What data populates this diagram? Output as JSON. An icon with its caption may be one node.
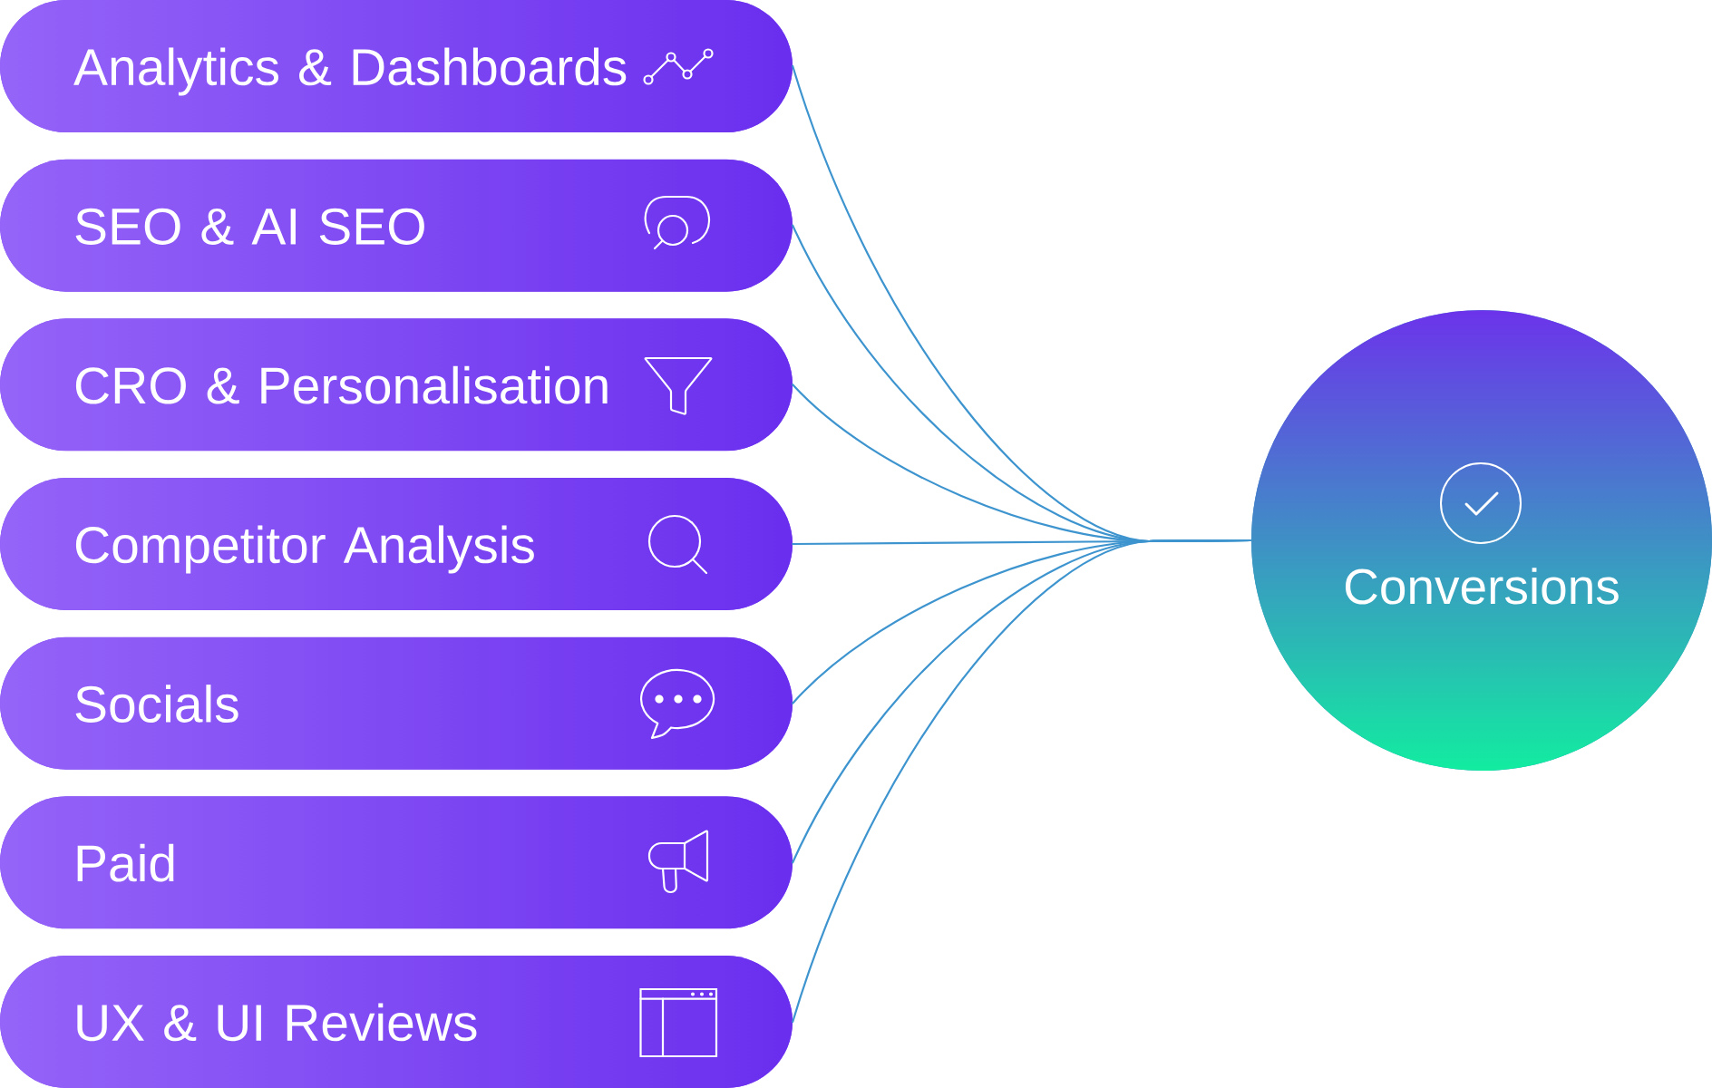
{
  "diagram": {
    "nodes": [
      {
        "text": [
          "Analytics & Dashboards"
        ]
      },
      {
        "text": [
          "SEO & AI SEO"
        ]
      },
      {
        "text": [
          "CRO & Personalisation"
        ]
      },
      {
        "text": [
          "Competitor Analysis"
        ]
      },
      {
        "text": [
          "Socials"
        ]
      },
      {
        "text": [
          "Paid"
        ]
      },
      {
        "text": [
          "UX & UI Reviews"
        ]
      },
      {
        "text": [
          "Conversions"
        ]
      }
    ],
    "edges": [
      {
        "from": 0,
        "to": 7,
        "arrow": "none"
      },
      {
        "from": 1,
        "to": 7,
        "arrow": "none"
      },
      {
        "from": 2,
        "to": 7,
        "arrow": "none"
      },
      {
        "from": 3,
        "to": 7,
        "arrow": "none"
      },
      {
        "from": 4,
        "to": 7,
        "arrow": "none"
      },
      {
        "from": 5,
        "to": 7,
        "arrow": "none"
      },
      {
        "from": 6,
        "to": 7,
        "arrow": "none"
      }
    ]
  }
}
